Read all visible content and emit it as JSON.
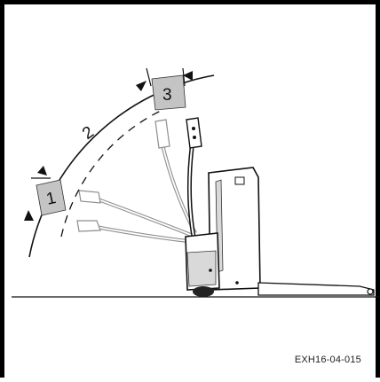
{
  "diagram": {
    "figure_id": "EXH16-04-015",
    "zones": [
      {
        "label": "1",
        "kind": "boxed"
      },
      {
        "label": "2",
        "kind": "plain"
      },
      {
        "label": "3",
        "kind": "boxed"
      }
    ],
    "colors": {
      "line": "#111111",
      "zone_box_fill": "#c4c4c4",
      "body_fill": "#ffffff",
      "shade": "#d9d9d9"
    },
    "icons": [
      "pallet-truck-icon",
      "tiller-handle-icon",
      "fork-icon",
      "drive-wheel-icon"
    ]
  }
}
